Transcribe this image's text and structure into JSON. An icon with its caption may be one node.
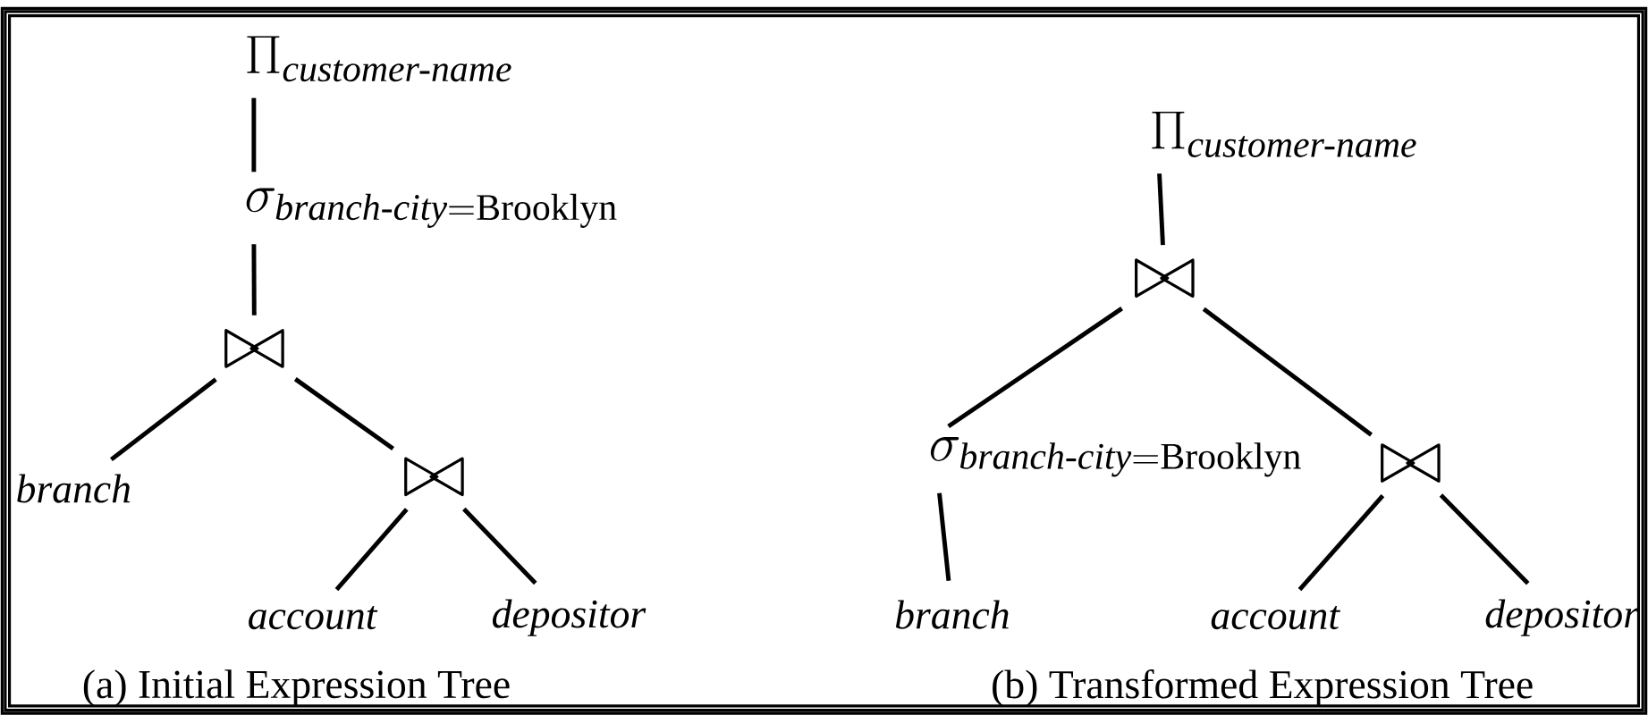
{
  "diagram": {
    "nodes": [
      {
        "text": [
          "\\Pi_{\\textit{customer-name}}"
        ]
      },
      {
        "text": [
          "\\sigma_{\\textit{branch-city}=\\textrm{Brooklyn}}"
        ]
      },
      {
        "text": [
          "\\bowtie"
        ]
      },
      {
        "text": [
          "branch"
        ]
      },
      {
        "text": [
          "\\bowtie"
        ]
      },
      {
        "text": [
          "account"
        ]
      },
      {
        "text": [
          "depositor"
        ]
      },
      {
        "text": [
          "\\Pi_{\\textit{customer-name}}"
        ]
      },
      {
        "text": [
          "\\bowtie"
        ]
      },
      {
        "text": [
          "\\sigma_{\\textit{branch-city}=\\textrm{Brooklyn}}"
        ]
      },
      {
        "text": [
          "branch"
        ]
      },
      {
        "text": [
          "\\bowtie"
        ]
      },
      {
        "text": [
          "account"
        ]
      },
      {
        "text": [
          "depositor"
        ]
      }
    ],
    "edges": [
      {
        "from": 0,
        "to": 1,
        "arrow": "none"
      },
      {
        "from": 1,
        "to": 2,
        "arrow": "none"
      },
      {
        "from": 2,
        "to": 3,
        "arrow": "none"
      },
      {
        "from": 2,
        "to": 4,
        "arrow": "none"
      },
      {
        "from": 4,
        "to": 5,
        "arrow": "none"
      },
      {
        "from": 4,
        "to": 6,
        "arrow": "none"
      },
      {
        "from": 7,
        "to": 8,
        "arrow": "none"
      },
      {
        "from": 8,
        "to": 9,
        "arrow": "none"
      },
      {
        "from": 8,
        "to": 11,
        "arrow": "none"
      },
      {
        "from": 9,
        "to": 10,
        "arrow": "none"
      },
      {
        "from": 11,
        "to": 12,
        "arrow": "none"
      },
      {
        "from": 11,
        "to": 13,
        "arrow": "none"
      }
    ],
    "labels": [
      "(a) Initial Expression Tree",
      "(b) Transformed Expression Tree"
    ]
  }
}
